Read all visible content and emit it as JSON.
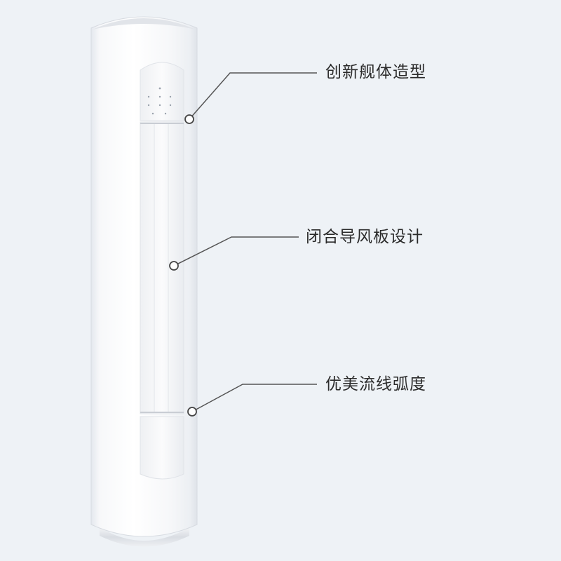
{
  "callouts": [
    {
      "label": "创新舰体造型"
    },
    {
      "label": "闭合导风板设计"
    },
    {
      "label": "优美流线弧度"
    }
  ],
  "colors": {
    "background": "#eef2f6",
    "unit_body": "#fbfbfc",
    "callout_line": "#555555"
  }
}
